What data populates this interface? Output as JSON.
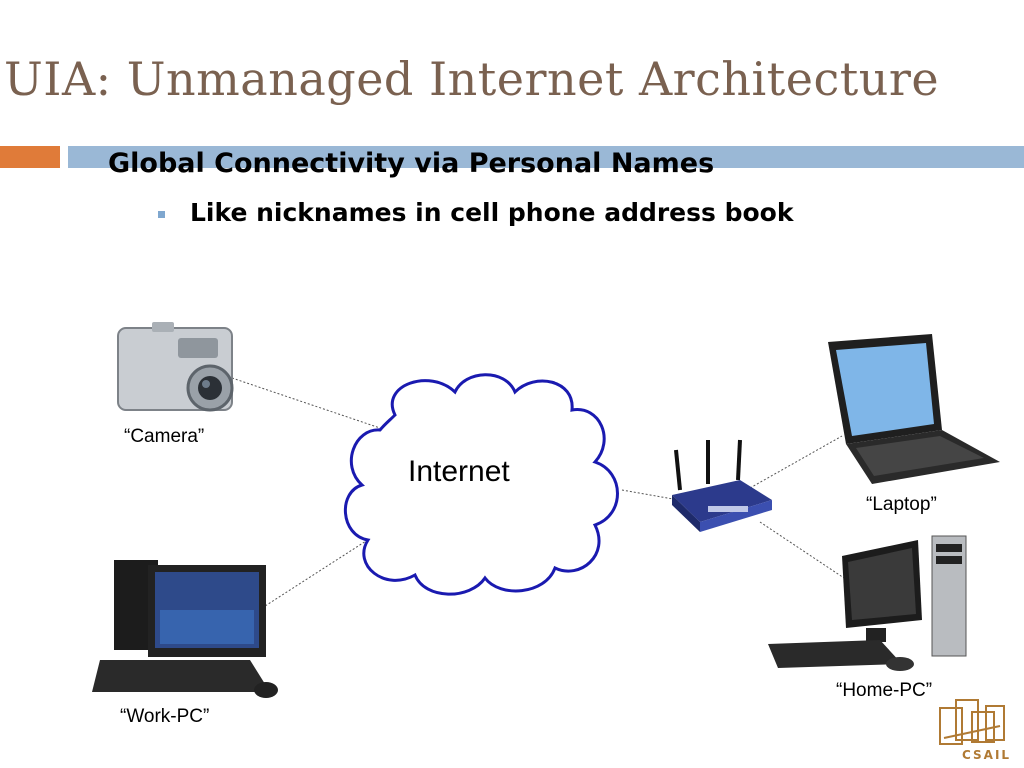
{
  "slide": {
    "title": "UIA: Unmanaged Internet Architecture",
    "subtitle": "Global Connectivity via Personal Names",
    "bullet": "Like nicknames in cell phone address book"
  },
  "diagram": {
    "cloud_label": "Internet",
    "devices": {
      "camera": "“Camera”",
      "work_pc": "“Work-PC”",
      "laptop": "“Laptop”",
      "home_pc": "“Home-PC”"
    }
  },
  "logo": {
    "text": "CSAIL"
  },
  "colors": {
    "title": "#7a6150",
    "accent_orange": "#e07b39",
    "accent_blue": "#9ab8d6",
    "cloud_stroke": "#1a1ab0"
  }
}
